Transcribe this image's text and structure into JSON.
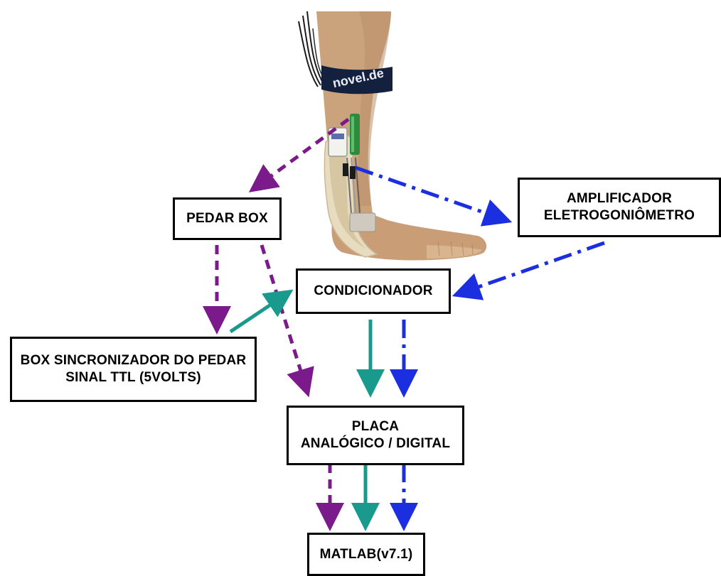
{
  "boxes": {
    "pedar_box": "PEDAR BOX",
    "amplificador": [
      "AMPLIFICADOR",
      "ELETROGONIÔMETRO"
    ],
    "condicionador": "CONDICIONADOR",
    "box_sincronizador": [
      "BOX SINCRONIZADOR DO PEDAR",
      "SINAL TTL (5VOLTS)"
    ],
    "placa": [
      "PLACA",
      "ANALÓGICO / DIGITAL"
    ],
    "matlab": "MATLAB(v7.1)"
  },
  "photo": {
    "description_icon": "foot-ankle-photo-icon",
    "strap_text": "novel.de"
  },
  "signal_colors": {
    "pedar": "#7b1a8a",
    "sync": "#1a9a8c",
    "electrogoniometer": "#1c2fe0"
  },
  "icons": [
    "arrow-dashed-icon",
    "arrow-solid-icon",
    "arrow-dashdot-icon"
  ]
}
